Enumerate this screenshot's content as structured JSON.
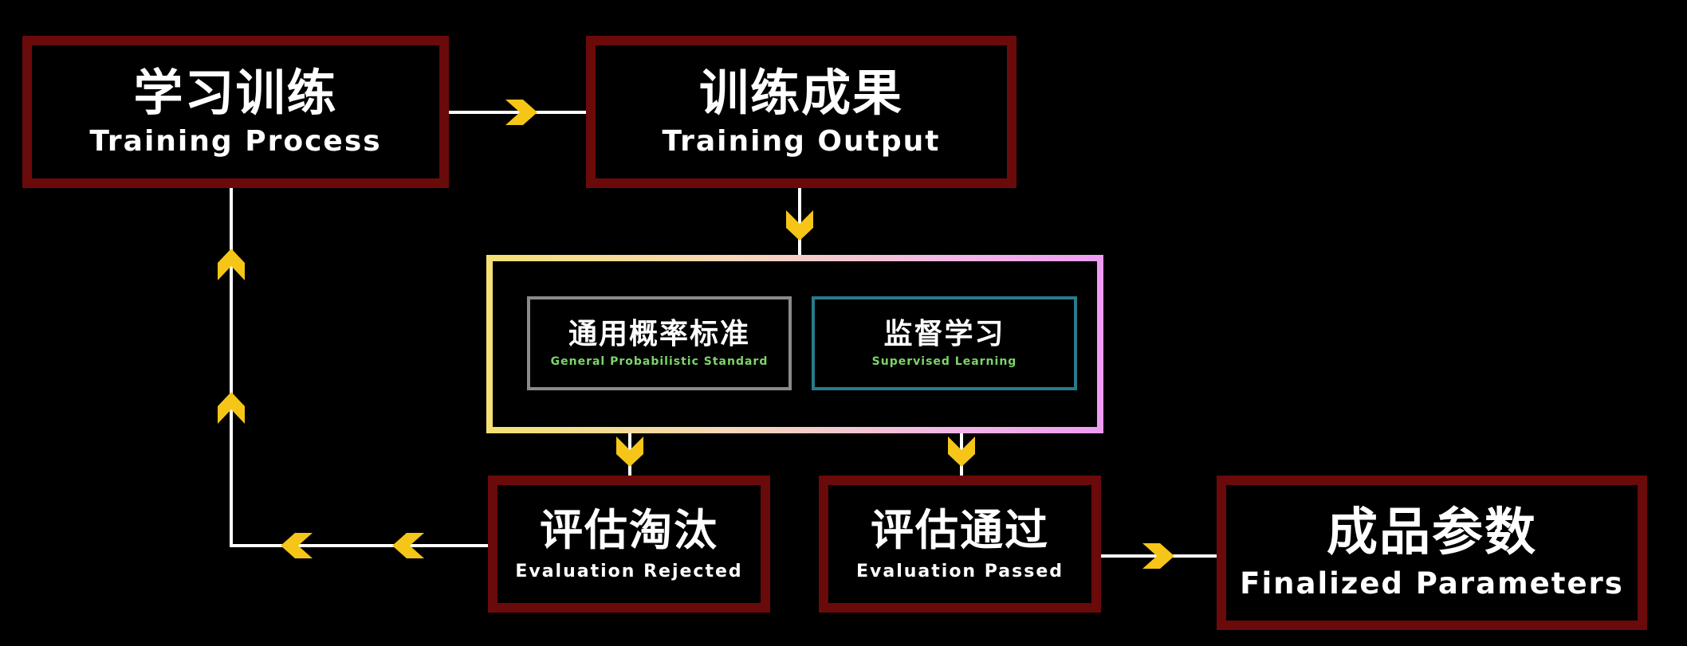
{
  "colors": {
    "node_border": "#6b0a0a",
    "line": "#ffffff",
    "arrow": "#f5c518",
    "sub_label": "#7dd46a",
    "general_border": "#8a8a8a",
    "supervised_border": "#2a7a8c"
  },
  "nodes": {
    "training_process": {
      "zh": "学习训练",
      "en": "Training Process"
    },
    "training_output": {
      "zh": "训练成果",
      "en": "Training Output"
    },
    "evaluation_rejected": {
      "zh": "评估淘汰",
      "en": "Evaluation Rejected"
    },
    "evaluation_passed": {
      "zh": "评估通过",
      "en": "Evaluation Passed"
    },
    "finalized_parameters": {
      "zh": "成品参数",
      "en": "Finalized Parameters"
    }
  },
  "criteria": {
    "general": {
      "zh": "通用概率标准",
      "en": "General Probabilistic Standard"
    },
    "supervised": {
      "zh": "监督学习",
      "en": "Supervised Learning"
    }
  },
  "icons": {
    "arrow": "chevron-arrow-icon"
  }
}
